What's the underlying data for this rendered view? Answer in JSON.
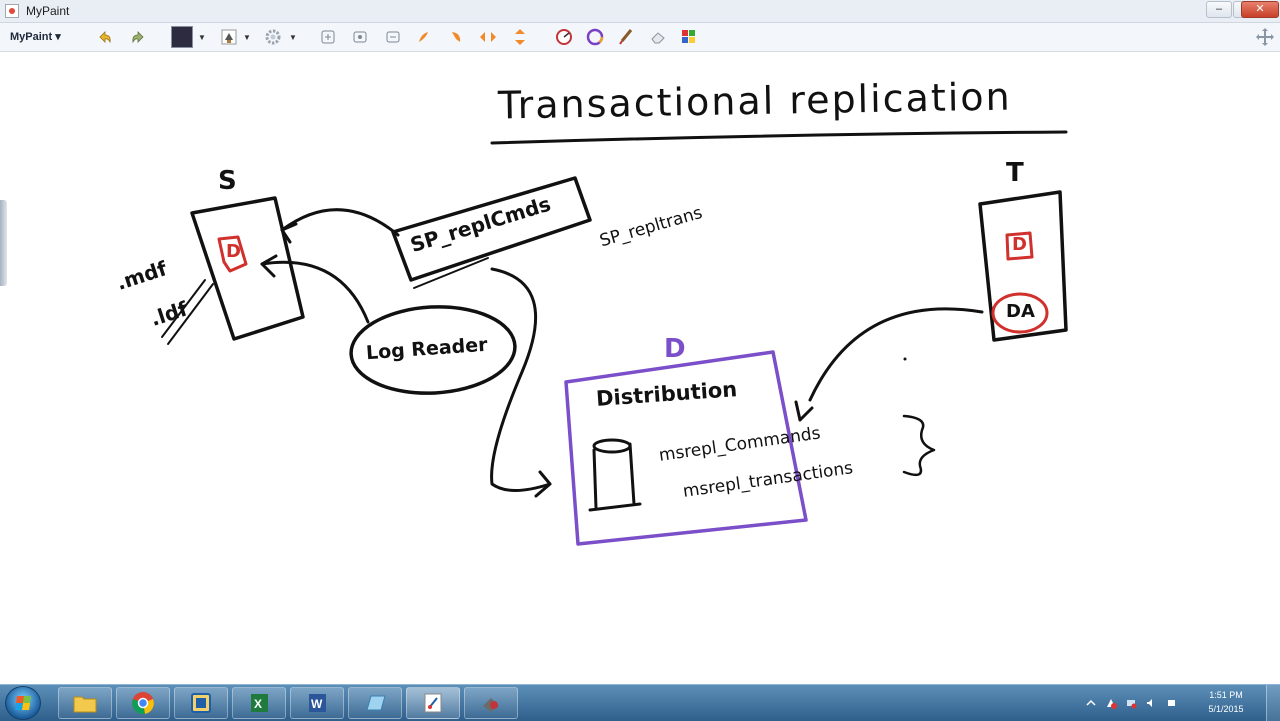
{
  "window": {
    "title": "MyPaint"
  },
  "toolbar": {
    "menu_label": "MyPaint ▾",
    "icons": [
      "undo-icon",
      "redo-icon",
      "color-swatch",
      "brush-picker-icon",
      "settings-icon",
      "scratchpad-icon",
      "layers-icon",
      "preview-icon",
      "brush-icon",
      "fill-icon",
      "symmetry-icon",
      "transform-icon",
      "color-wheel-icon",
      "hue-ring-icon",
      "pen-icon",
      "eraser-icon",
      "palette-icon",
      "fullscreen-icon"
    ],
    "active_color": "#2c2b3f"
  },
  "canvas": {
    "title": "Transactional replication",
    "source_label": "S",
    "target_label": "T",
    "distributor_label": "D",
    "stored_proc_box": "SP_replCmds",
    "stored_proc_note": "SP_repltrans",
    "log_reader": "Log Reader",
    "file_mdf": ".mdf",
    "file_ldf": ".ldf",
    "db_label_source": "D",
    "db_label_target": "D",
    "distribution_agent": "DA",
    "distribution_title": "Distribution",
    "table_1": "msrepl_Commands",
    "table_2": "msrepl_transactions",
    "colors": {
      "ink": "#111111",
      "red": "#d0312d",
      "purple": "#7b4fc9"
    }
  },
  "taskbar": {
    "apps": [
      "explorer-icon",
      "chrome-icon",
      "outlook-icon",
      "excel-icon",
      "word-icon",
      "notepad-icon",
      "mypaint-icon",
      "sql-icon"
    ],
    "clock_time": "1:51 PM",
    "clock_date": "5/1/2015"
  }
}
